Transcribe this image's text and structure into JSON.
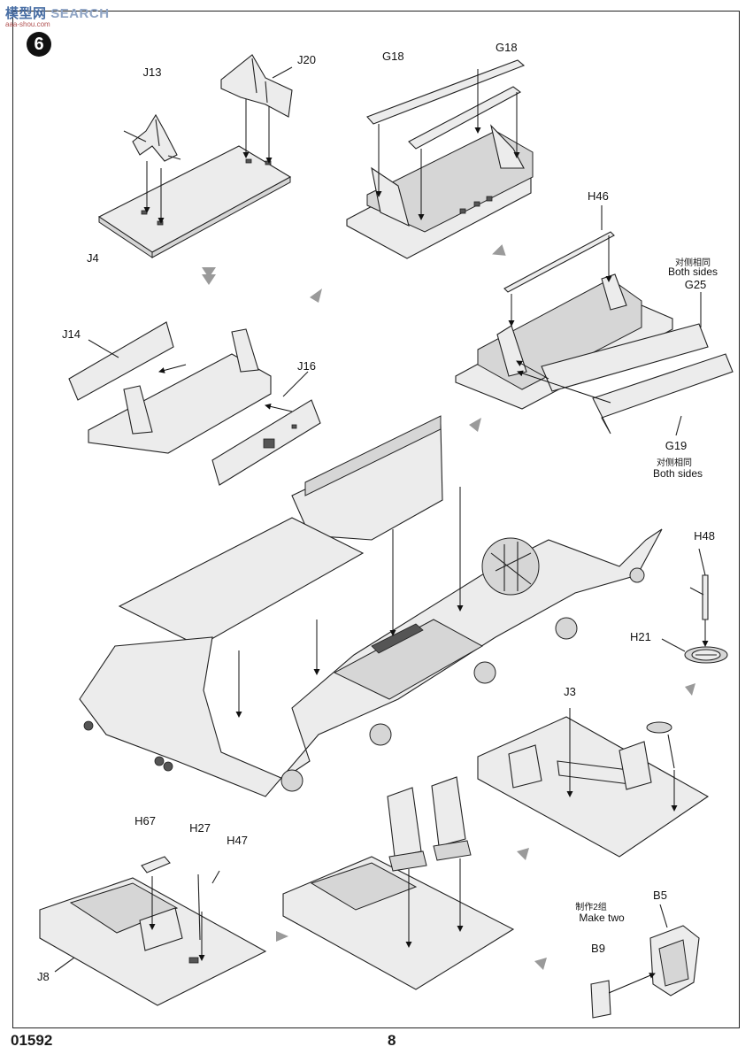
{
  "header": {
    "watermark": "SEARCH",
    "watermark_cn": "模型网",
    "watermark_sub": "aaa-shou.com",
    "step": "6"
  },
  "labels": {
    "J13": "J13",
    "J20": "J20",
    "J4": "J4",
    "G18a": "G18",
    "G18b": "G18",
    "H46": "H46",
    "both1_cn": "对侧相同",
    "both1_en": "Both sides",
    "G25": "G25",
    "J14": "J14",
    "J16": "J16",
    "G19": "G19",
    "both2_cn": "对侧相同",
    "both2_en": "Both sides",
    "H48": "H48",
    "H21": "H21",
    "J3": "J3",
    "H67": "H67",
    "H27": "H27",
    "H47": "H47",
    "J8": "J8",
    "make_cn": "制作2组",
    "make_en": "Make two",
    "B5": "B5",
    "B9": "B9"
  },
  "footer": {
    "code": "01592",
    "page": "8"
  }
}
